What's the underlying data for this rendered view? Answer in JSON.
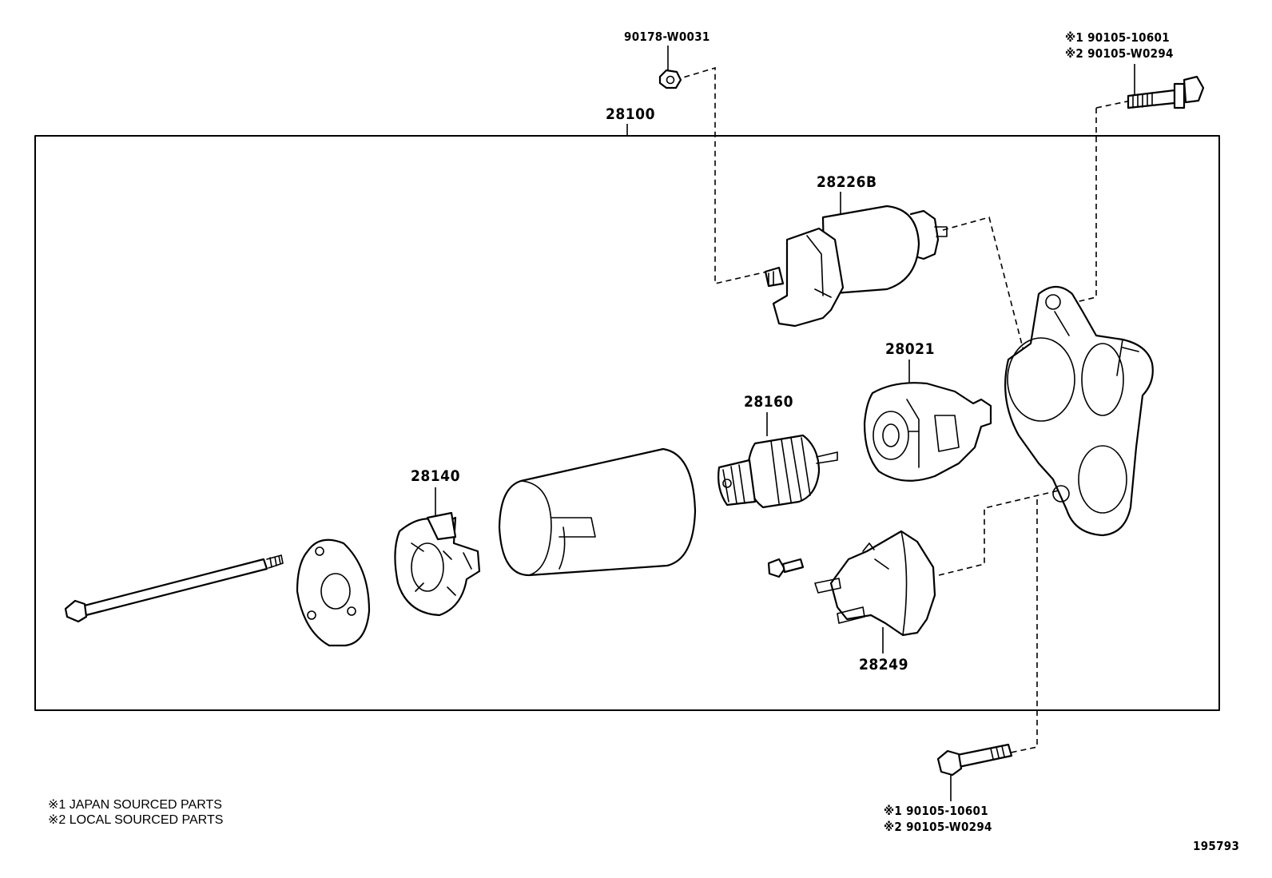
{
  "diagram": {
    "group": {
      "label": "28100"
    },
    "parts": {
      "solenoid": {
        "label": "28226B"
      },
      "drive_housing": {
        "label": "28021"
      },
      "pinion_clutch": {
        "label": "28160"
      },
      "brush_holder": {
        "label": "28140"
      },
      "terminal_cover": {
        "label": "28249"
      },
      "top_nut": {
        "label": "90178-W0031"
      },
      "top_bolt": {
        "line1": "※1 90105-10601",
        "line2": "※2 90105-W0294"
      },
      "bottom_bolt": {
        "line1": "※1 90105-10601",
        "line2": "※2 90105-W0294"
      }
    },
    "legend": {
      "note1": "※1  JAPAN SOURCED PARTS",
      "note2": "※2  LOCAL SOURCED PARTS"
    },
    "figure_number": "195793"
  }
}
